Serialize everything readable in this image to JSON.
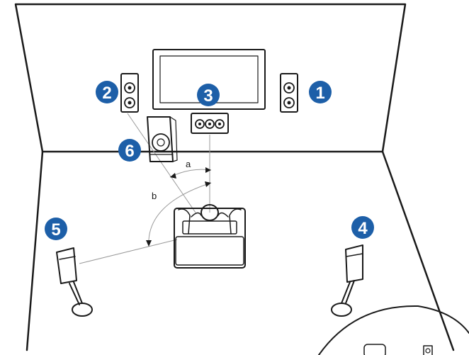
{
  "badges": {
    "front_right": "1",
    "front_left": "2",
    "center": "3",
    "surround_right": "4",
    "surround_left": "5",
    "subwoofer": "6"
  },
  "angles": {
    "a": "a",
    "b": "b"
  },
  "colors": {
    "badge": "#1d5fa8",
    "line": "#1a1a1a",
    "guide": "#9a9a9a",
    "background": "#ffffff"
  }
}
